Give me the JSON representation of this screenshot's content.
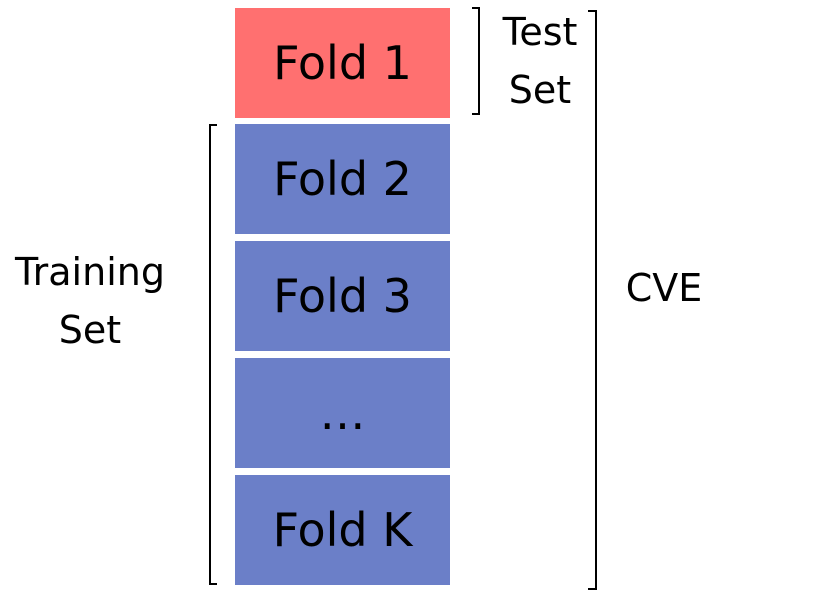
{
  "folds": [
    {
      "label": "Fold 1",
      "color": "#FF7070",
      "role": "test"
    },
    {
      "label": "Fold 2",
      "color": "#6B7FC8",
      "role": "training"
    },
    {
      "label": "Fold 3",
      "color": "#6B7FC8",
      "role": "training"
    },
    {
      "label": "…",
      "color": "#6B7FC8",
      "role": "training"
    },
    {
      "label": "Fold K",
      "color": "#6B7FC8",
      "role": "training"
    }
  ],
  "labels": {
    "test_set_line1": "Test",
    "test_set_line2": "Set",
    "training_set_line1": "Training",
    "training_set_line2": "Set",
    "cve": "CVE"
  }
}
